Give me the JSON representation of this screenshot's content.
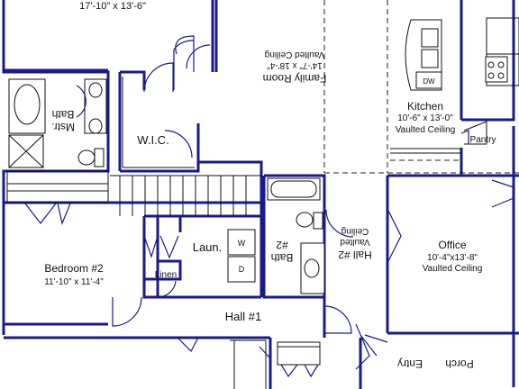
{
  "rooms": {
    "top_dims": "17'-10\" x 13'-6\"",
    "family": {
      "name": "Family Room",
      "dims": "14'-7\" x 18'-4\"",
      "note": "Vaulted Ceiling"
    },
    "kitchen": {
      "name": "Kitchen",
      "dims": "10'-6\" x 13'-0\"",
      "note": "Vaulted Ceiling"
    },
    "dw": "DW",
    "pantry": "Pantry",
    "mstr_bath_1": "Mstr.",
    "mstr_bath_2": "Bath",
    "wic": "W.I.C.",
    "bedroom2": {
      "name": "Bedroom #2",
      "dims": "11'-10\" x 11'-4\""
    },
    "laundry": "Laun.",
    "washer": "W",
    "dryer": "D",
    "linen": "Linen",
    "bath2_1": "Bath",
    "bath2_2": "#2",
    "hall2": {
      "name": "Hall #2",
      "note1": "Vaulted",
      "note2": "Ceiling"
    },
    "office": {
      "name": "Office",
      "dims": "10'-4\"x13'-8\"",
      "note": "Vaulted Ceiling"
    },
    "hall1": "Hall #1",
    "entry": "Entry",
    "porch": "Porch"
  }
}
